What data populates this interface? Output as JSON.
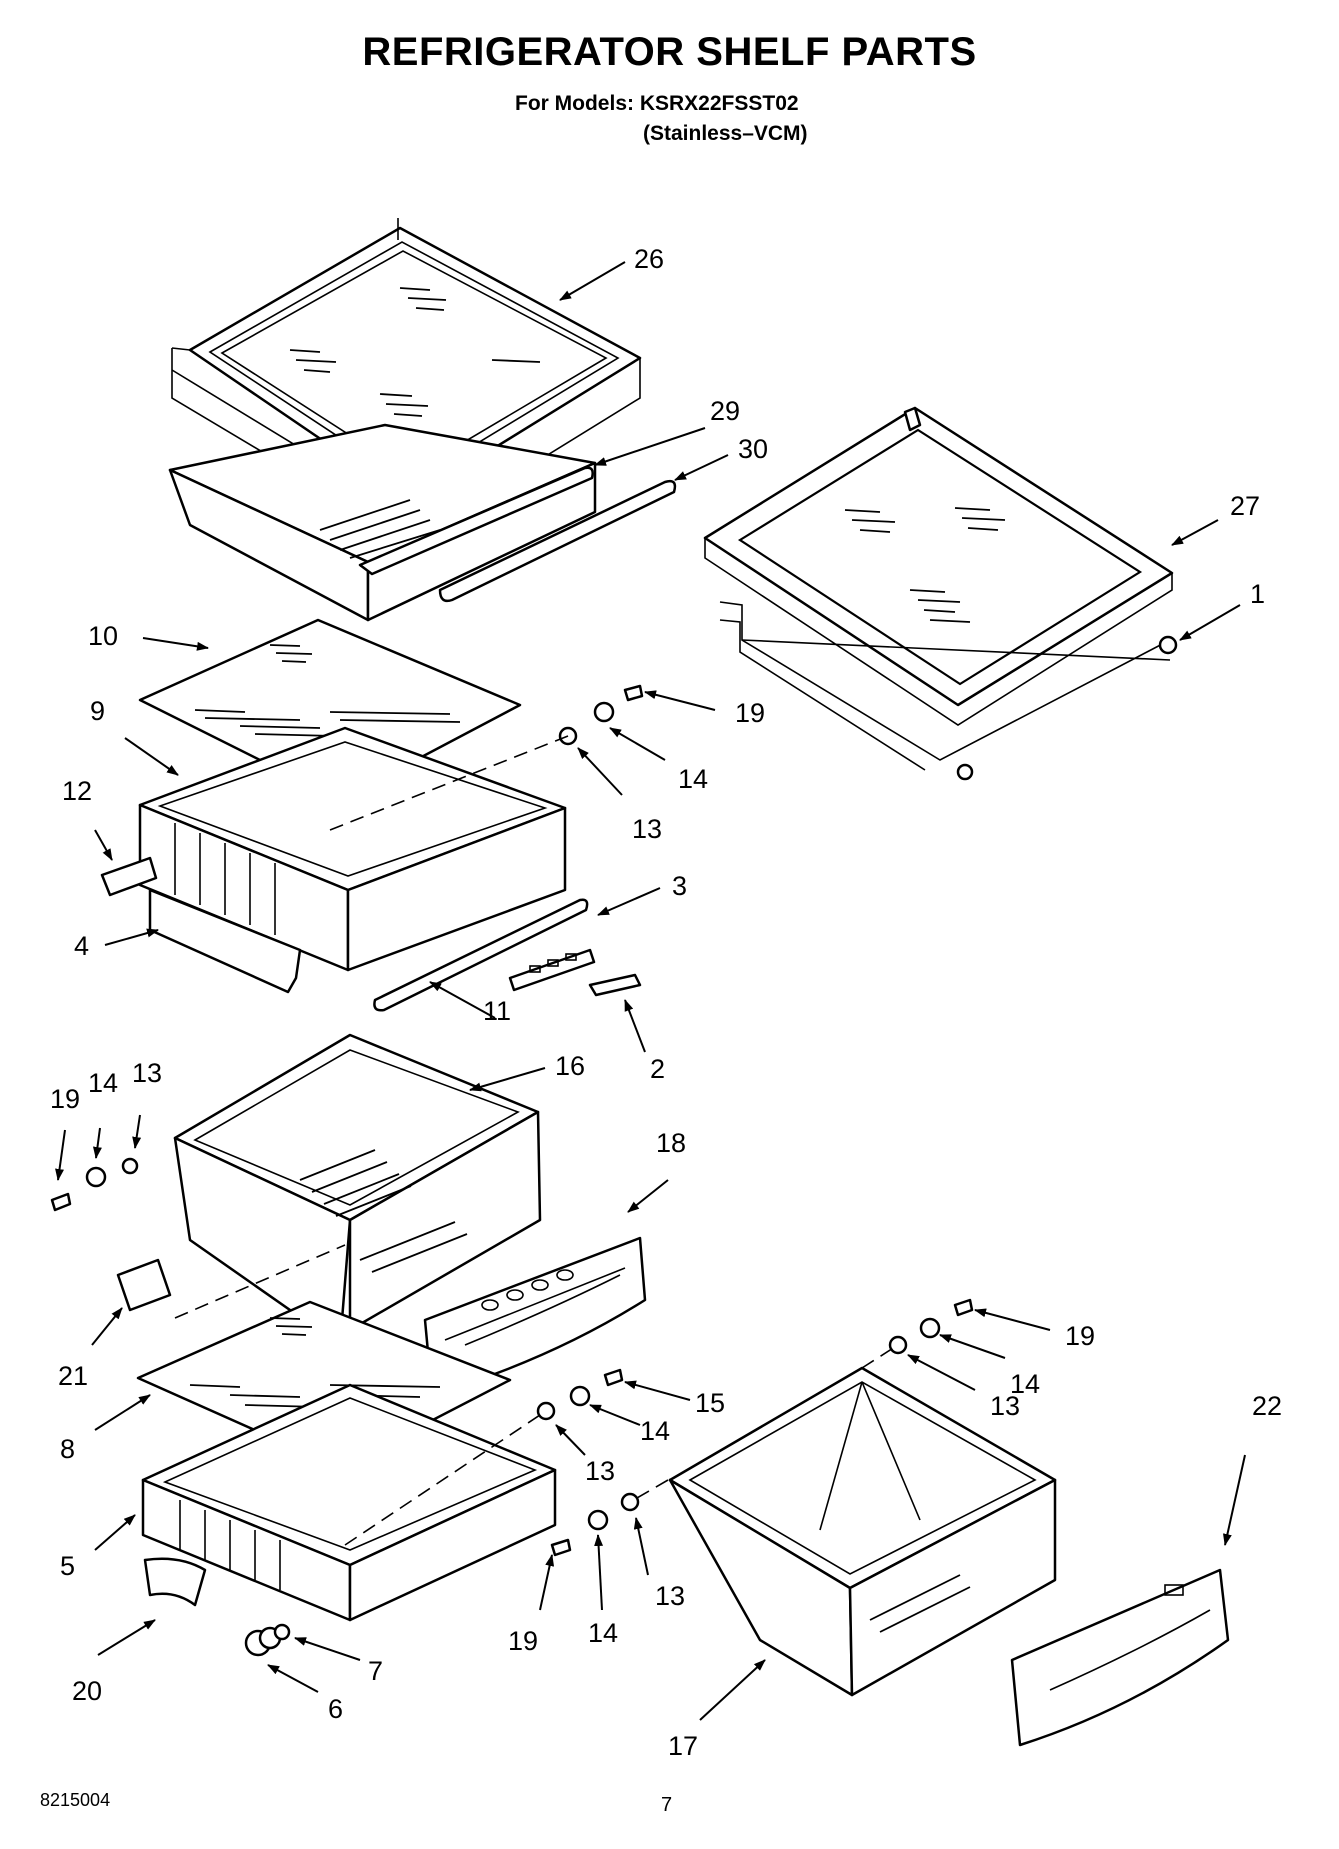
{
  "header": {
    "title": "REFRIGERATOR SHELF PARTS",
    "models": "For Models: KSRX22FSST02",
    "variant": "(Stainless–VCM)"
  },
  "footer": {
    "doc_number": "8215004",
    "page_number": "7"
  },
  "callouts": {
    "c1": "1",
    "c2": "2",
    "c3": "3",
    "c4": "4",
    "c5": "5",
    "c6": "6",
    "c7": "7",
    "c8": "8",
    "c9": "9",
    "c10": "10",
    "c11": "11",
    "c12": "12",
    "c13a": "13",
    "c13b": "13",
    "c13c": "13",
    "c13d": "13",
    "c13e": "13",
    "c14a": "14",
    "c14b": "14",
    "c14c": "14",
    "c14d": "14",
    "c14e": "14",
    "c15": "15",
    "c16": "16",
    "c17": "17",
    "c18": "18",
    "c19a": "19",
    "c19b": "19",
    "c19c": "19",
    "c19d": "19",
    "c20": "20",
    "c21": "21",
    "c22": "22",
    "c26": "26",
    "c27": "27",
    "c29": "29",
    "c30": "30"
  }
}
